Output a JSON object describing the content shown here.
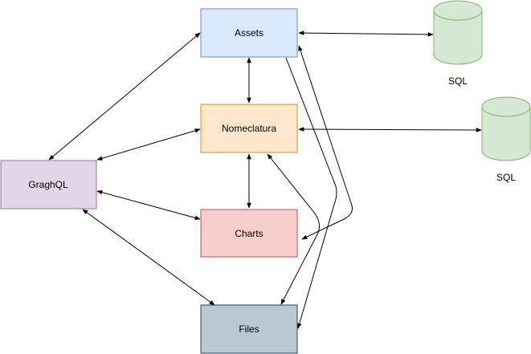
{
  "nodes": {
    "assets": {
      "label": "Assets",
      "fill": "#dae8fc",
      "stroke": "#6c8ebf"
    },
    "nomeclatura": {
      "label": "Nomeclatura",
      "fill": "#ffe6cc",
      "stroke": "#d79b00"
    },
    "charts": {
      "label": "Charts",
      "fill": "#f8cecc",
      "stroke": "#b85450"
    },
    "files": {
      "label": "Files",
      "fill": "#bac8d3",
      "stroke": "#23445d"
    },
    "graphql": {
      "label": "GraghQL",
      "fill": "#e1d5e7",
      "stroke": "#9673a6"
    }
  },
  "databases": {
    "sql_1": {
      "label": "SQL",
      "fill": "#d5e8d4",
      "stroke": "#82b366"
    },
    "sql_2": {
      "label": "SQL",
      "fill": "#d5e8d4",
      "stroke": "#82b366"
    }
  }
}
